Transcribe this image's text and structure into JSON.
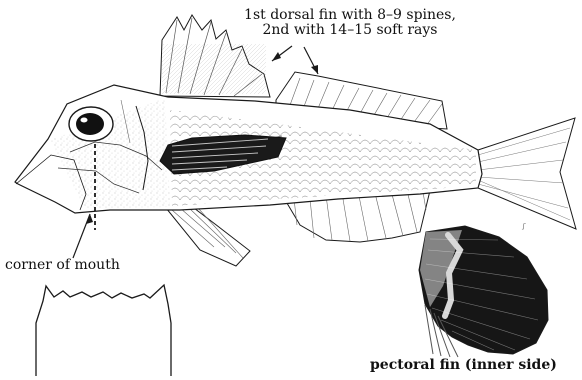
{
  "labels": {
    "dorsal_fins_line1": "1st dorsal fin with 8–9 spines,",
    "dorsal_fins_line2": "2nd with 14–15 soft rays",
    "corner_of_mouth": "corner of mouth",
    "pectoral_fin": "pectoral fin (inner side)"
  },
  "illustration": {
    "subject": "gurnard-fish",
    "views": [
      "lateral-view",
      "head-dorsal-outline",
      "pectoral-fin-inner-side"
    ]
  },
  "colors": {
    "line": "#1a1a1a",
    "fin_dark": "#161616",
    "fin_light": "#d8d8d8",
    "fin_gray": "#8a8a8a"
  }
}
